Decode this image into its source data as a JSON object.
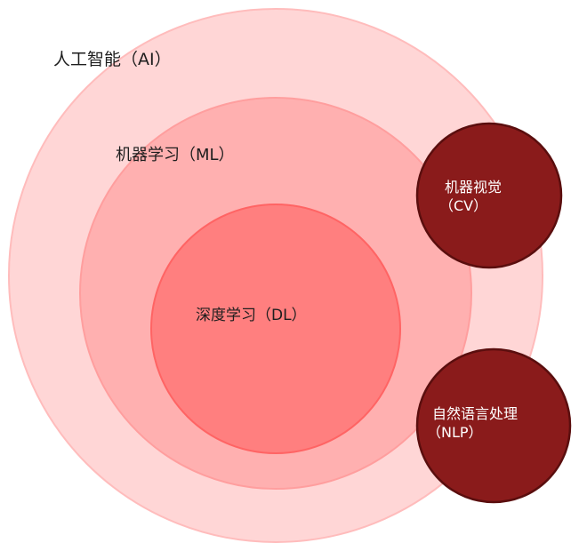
{
  "diagram": {
    "ai": {
      "label": "人工智能（AI）",
      "fill": "#ffd6d6",
      "stroke": "#ffbcbc"
    },
    "ml": {
      "label": "机器学习（ML）",
      "fill": "#ffb0b0",
      "stroke": "#ff9e9e"
    },
    "dl": {
      "label": "深度学习（DL）",
      "fill": "#ff7f7f",
      "stroke": "#ff6464"
    },
    "cv": {
      "label_line1": "机器视觉",
      "label_line2": "（CV）",
      "fill": "#8a1b1b",
      "stroke": "#5a0e0e"
    },
    "nlp": {
      "label_line1": "自然语言处理",
      "label_line2": "（NLP）",
      "fill": "#8a1b1b",
      "stroke": "#5a0e0e"
    }
  }
}
